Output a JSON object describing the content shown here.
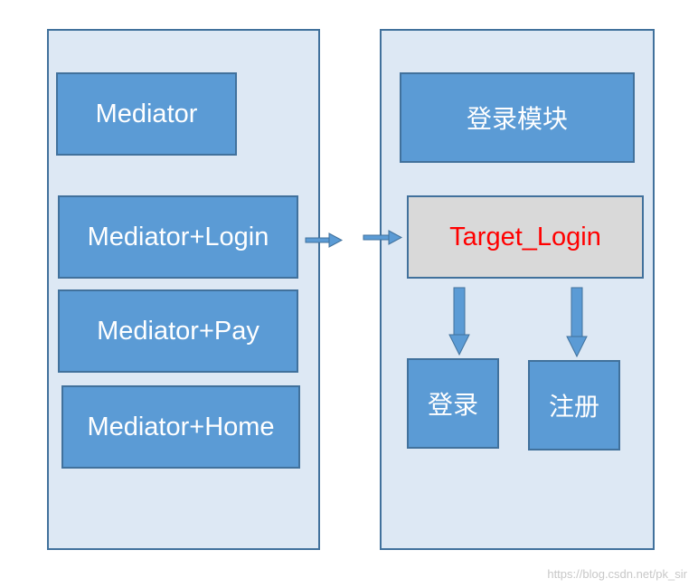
{
  "left_panel": {
    "header": "Mediator",
    "items": [
      "Mediator+Login",
      "Mediator+Pay",
      "Mediator+Home"
    ]
  },
  "right_panel": {
    "header": "登录模块",
    "target": "Target_Login",
    "children": [
      "登录",
      "注册"
    ]
  },
  "colors": {
    "panel_fill": "#dde8f4",
    "box_fill": "#5b9bd5",
    "border": "#41719c",
    "target_fill": "#d9d9d9",
    "target_text": "#ff0000"
  },
  "watermark": "https://blog.csdn.net/pk_sir"
}
